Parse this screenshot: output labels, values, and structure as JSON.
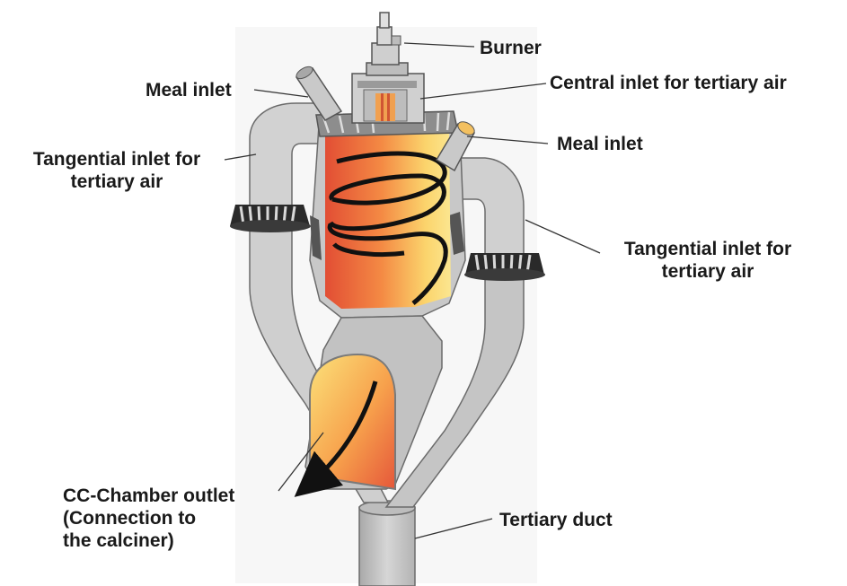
{
  "labels": {
    "burner": "Burner",
    "central_inlet": "Central inlet for tertiary air",
    "meal_inlet_left": "Meal inlet",
    "meal_inlet_right": "Meal inlet",
    "tangential_left_line1": "Tangential inlet for",
    "tangential_left_line2": "tertiary air",
    "tangential_right_line1": "Tangential inlet for",
    "tangential_right_line2": "tertiary air",
    "outlet_line1": "CC-Chamber outlet",
    "outlet_line2": "(Connection to",
    "outlet_line3": "the calciner)",
    "tertiary_duct": "Tertiary duct"
  },
  "colors": {
    "steel": "#c9c9c9",
    "steel_dark": "#9a9a9a",
    "outline": "#6b6b6b",
    "flame_hot": "#e8583a",
    "flame_warm": "#f6a24a",
    "flame_light": "#fbe27a",
    "spiral": "#111111",
    "leader": "#333333"
  }
}
